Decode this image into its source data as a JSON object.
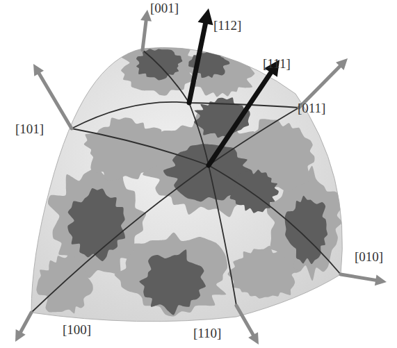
{
  "diagram": {
    "labels": [
      "[001]",
      "[112]",
      "[111]",
      "[011]",
      "[101]",
      "[010]",
      "[100]",
      "[110]"
    ]
  }
}
